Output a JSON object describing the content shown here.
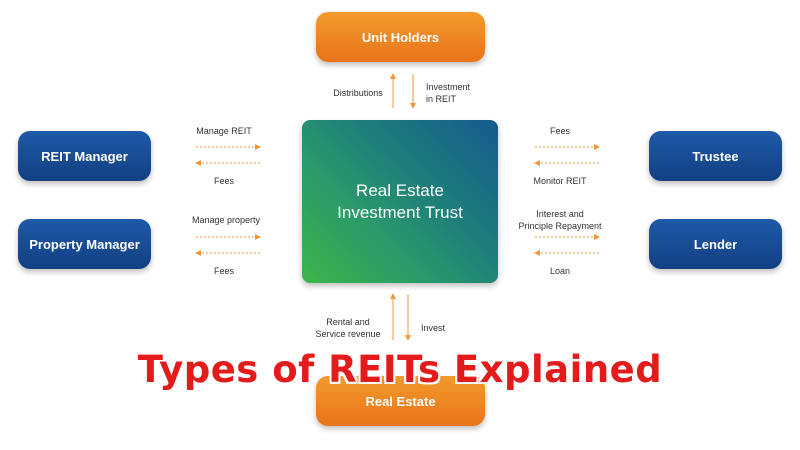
{
  "nodes": {
    "unit_holders": "Unit Holders",
    "reit_manager": "REIT Manager",
    "property_manager": "Property Manager",
    "trustee": "Trustee",
    "lender": "Lender",
    "real_estate": "Real Estate",
    "center_line1": "Real Estate",
    "center_line2": "Investment Trust"
  },
  "flows": {
    "distributions": "Distributions",
    "investment_line1": "Investment",
    "investment_line2": "in REIT",
    "manage_reit": "Manage REIT",
    "reit_manager_fees": "Fees",
    "manage_property": "Manage property",
    "property_manager_fees": "Fees",
    "trustee_fees": "Fees",
    "monitor_reit": "Monitor REIT",
    "interest_line1": "Interest and",
    "interest_line2": "Principle Repayment",
    "loan": "Loan",
    "rental_line1": "Rental and",
    "rental_line2": "Service revenue",
    "invest": "Invest"
  },
  "overlay_title": "Types of REITs Explained",
  "colors": {
    "orange": "#EE8420",
    "blue": "#1A4E96",
    "arrow": "#F0963A",
    "title_red": "#E31B1B"
  }
}
